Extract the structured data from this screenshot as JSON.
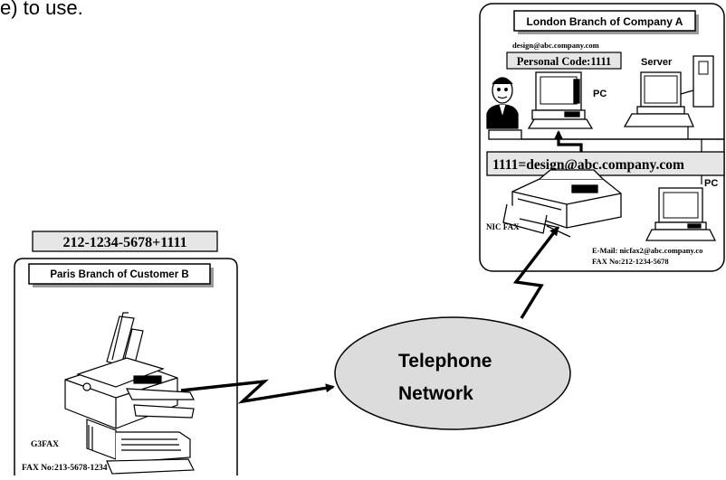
{
  "top_text": "e) to use.",
  "london": {
    "title": "London Branch of Company A",
    "email_top": "design@abc.company.com",
    "personal_code": "Personal Code:1111",
    "server_label": "Server",
    "pc_label": "PC",
    "mapping": "1111=design@abc.company.com",
    "pc2_label": "PC",
    "nic_fax_label": "NIC FAX",
    "email_nic": "E-Mail: nicfax2@abc.company.co",
    "fax_no": "FAX No:212-1234-5678"
  },
  "paris": {
    "dial_number": "212-1234-5678+1111",
    "title": "Paris Branch of Customer B",
    "g3fax_label": "G3FAX",
    "fax_no": "FAX No:213-5678-1234"
  },
  "network": {
    "line1": "Telephone",
    "line2": "Network"
  }
}
